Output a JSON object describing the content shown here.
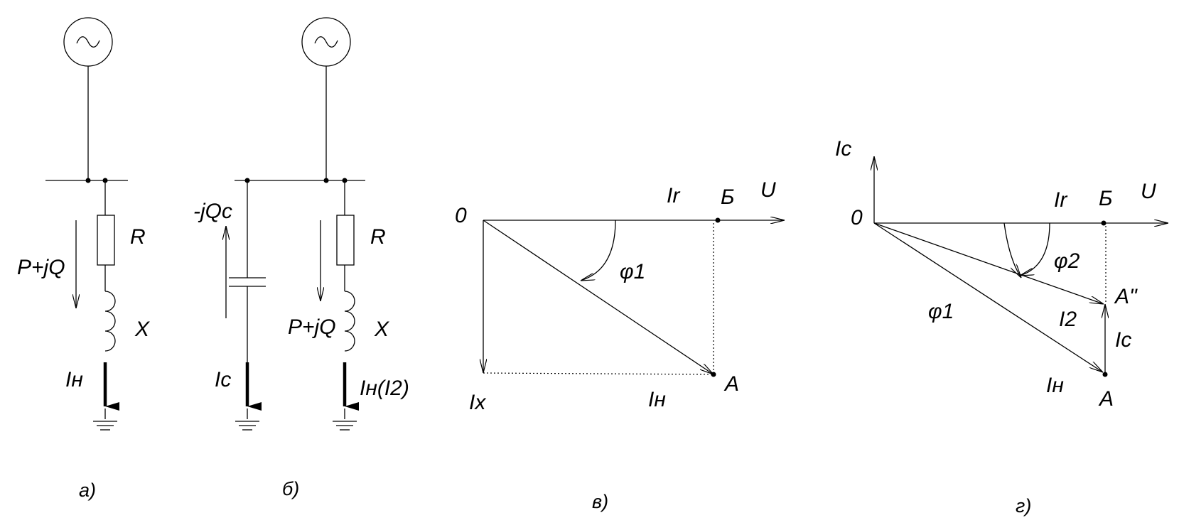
{
  "panel_a": {
    "label_R": "R",
    "label_X": "X",
    "label_power": "P+jQ",
    "label_current": "Iн",
    "caption": "а)"
  },
  "panel_b": {
    "label_R": "R",
    "label_X": "X",
    "label_power": "P+jQ",
    "label_capacitor_power": "-jQc",
    "label_cap_current": "Ic",
    "label_load_current": "Iн(I2)",
    "caption": "б)"
  },
  "panel_c": {
    "label_origin": "0",
    "label_Ir": "Ir",
    "label_B": "Б",
    "label_U": "U",
    "label_phi1": "φ1",
    "label_A": "A",
    "label_Ix": "Ix",
    "label_In": "Iн",
    "caption": "в)"
  },
  "panel_d": {
    "label_Ic_axis": "Ic",
    "label_origin": "0",
    "label_Ir": "Ir",
    "label_B": "Б",
    "label_U": "U",
    "label_phi2": "φ2",
    "label_phi1": "φ1",
    "label_A2": "A\"",
    "label_I2": "I2",
    "label_Ic": "Ic",
    "label_In": "Iн",
    "label_A": "A",
    "caption": "г)"
  }
}
